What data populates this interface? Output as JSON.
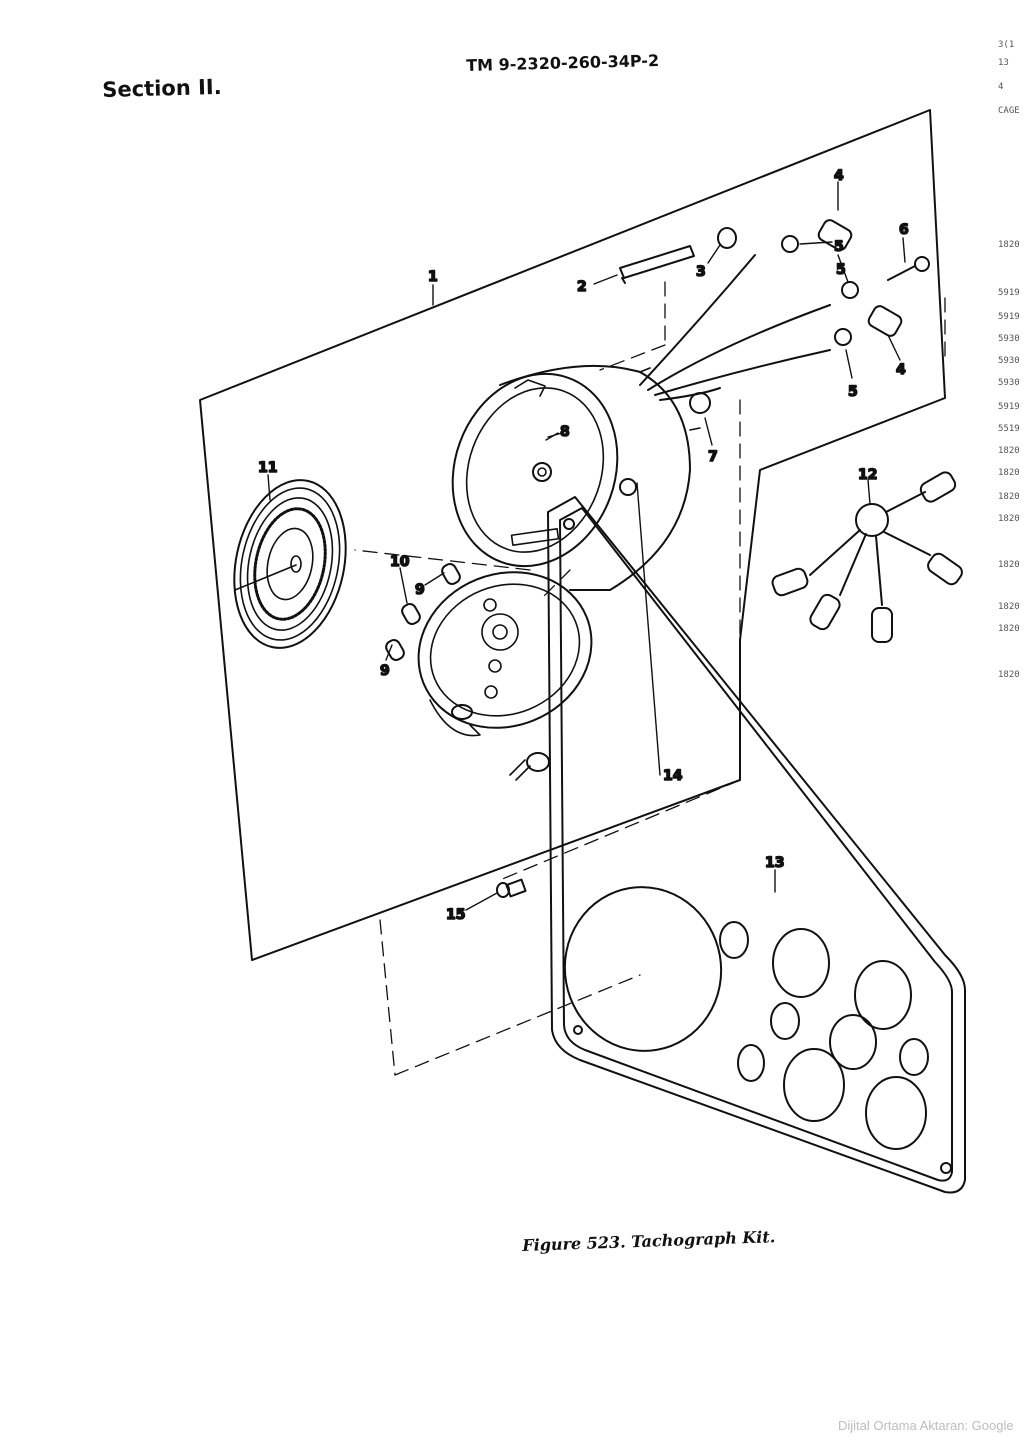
{
  "header": {
    "section_label": "Section II.",
    "tm_number": "TM 9-2320-260-34P-2"
  },
  "figure": {
    "caption": "Figure 523. Tachograph Kit.",
    "callouts": {
      "c1": "1",
      "c2": "2",
      "c3": "3",
      "c4a": "4",
      "c4b": "4",
      "c5a": "5",
      "c5b": "5",
      "c5c": "5",
      "c6": "6",
      "c7": "7",
      "c8": "8",
      "c9a": "9",
      "c9b": "9",
      "c10": "10",
      "c11": "11",
      "c12": "12",
      "c13": "13",
      "c14": "14",
      "c15": "15"
    }
  },
  "margin": [
    "3(1",
    "13",
    "4",
    "CAGE",
    "1820",
    "5919",
    "5919",
    "5930",
    "5930",
    "5930",
    "5919",
    "5519",
    "1820",
    "1820",
    "1820",
    "1820",
    "1820",
    "1820",
    "1820",
    "1820"
  ],
  "footer": {
    "watermark": "Dijital Ortama Aktaran: Google"
  }
}
